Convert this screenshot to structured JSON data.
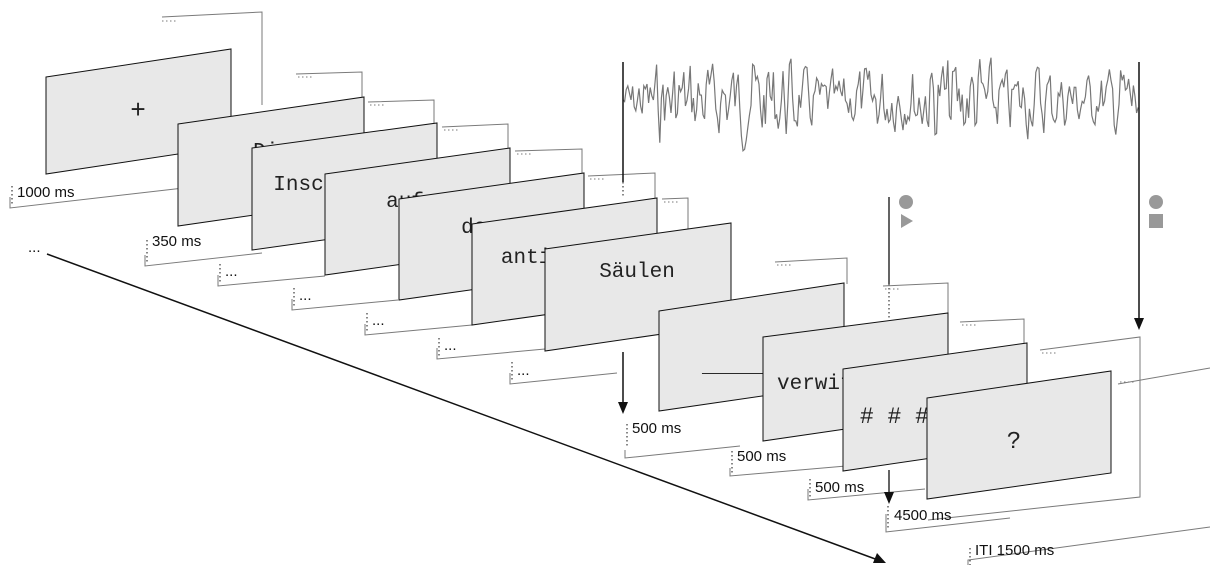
{
  "frames": [
    {
      "word": "+",
      "duration": "1000 ms"
    },
    {
      "word": "Die",
      "duration": "350 ms"
    },
    {
      "word": "Inschrift",
      "duration": "..."
    },
    {
      "word": "auf",
      "duration": "..."
    },
    {
      "word": "den",
      "duration": "..."
    },
    {
      "word": "antiken",
      "duration": "..."
    },
    {
      "word": "Säulen",
      "duration": "..."
    },
    {
      "word": "______",
      "duration": "500 ms"
    },
    {
      "word": "verwittert",
      "duration": "500 ms"
    },
    {
      "word": "# # # # #",
      "duration": "500 ms"
    },
    {
      "word": "?",
      "duration": "4500 ms"
    }
  ],
  "iti_label": "ITI 1500 ms",
  "ellipsis": "...",
  "colors": {
    "panel": "#e8e8e8",
    "eeg": "#777777",
    "marker": "#999999"
  },
  "markers": {
    "first": [
      "circle-icon",
      "triangle-icon"
    ],
    "second": [
      "circle-icon",
      "square-icon"
    ]
  }
}
